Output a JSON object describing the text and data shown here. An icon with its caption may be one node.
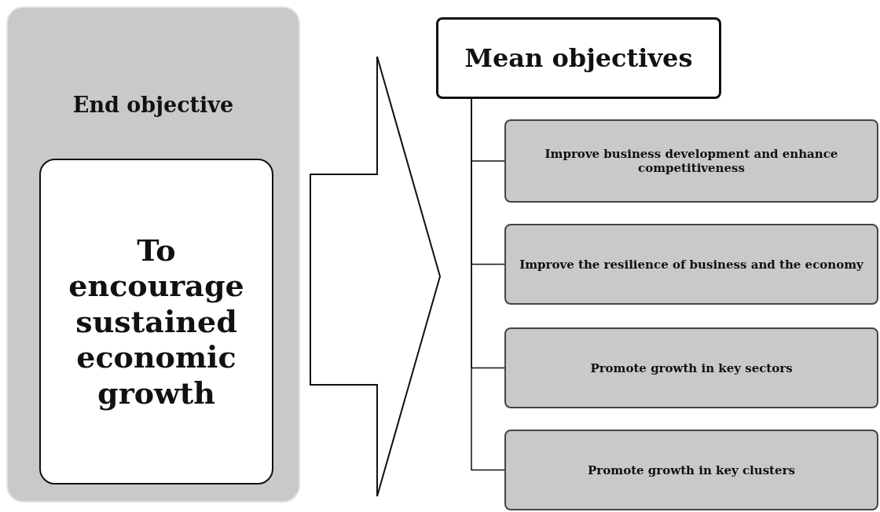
{
  "diagram": {
    "nodes": [
      {
        "text": [
          "End objective"
        ]
      },
      {
        "text": [
          "To encourage sustained economic growth"
        ],
        "in": 0
      },
      {
        "text": [
          "Mean objectives"
        ]
      },
      {
        "text": [
          "Improve business development and enhance competitiveness"
        ]
      },
      {
        "text": [
          "Improve the resilience of business and the economy"
        ]
      },
      {
        "text": [
          "Promote growth in key sectors"
        ]
      },
      {
        "text": [
          "Promote growth in key clusters"
        ]
      }
    ],
    "edges": [
      {
        "from": 0,
        "to": 2,
        "arrow": "to",
        "style": "thick"
      },
      {
        "from": 2,
        "to": 3,
        "arrow": "none"
      },
      {
        "from": 2,
        "to": 4,
        "arrow": "none"
      },
      {
        "from": 2,
        "to": 5,
        "arrow": "none"
      },
      {
        "from": 2,
        "to": 6,
        "arrow": "none"
      }
    ]
  }
}
